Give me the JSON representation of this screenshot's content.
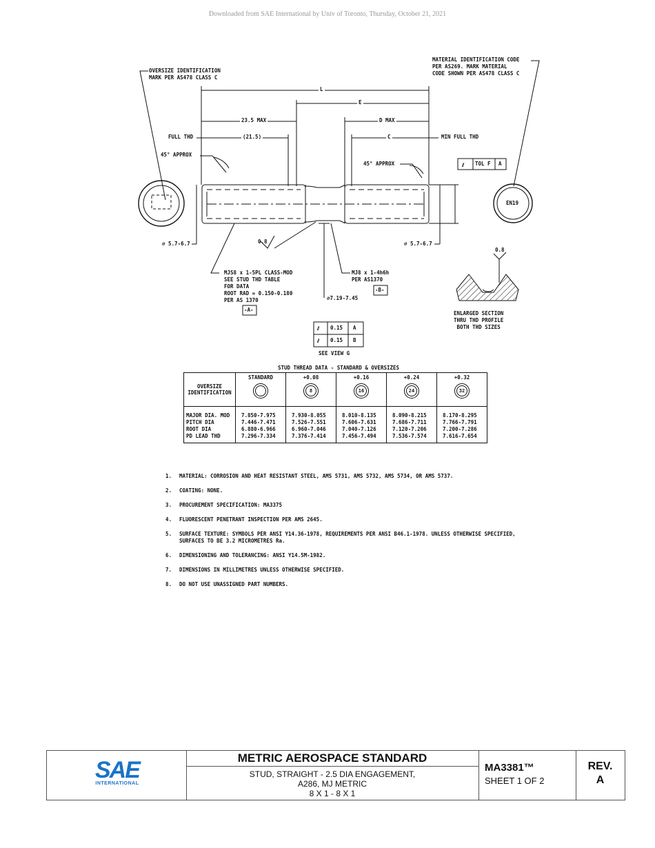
{
  "header": {
    "download_note": "Downloaded from SAE International by Univ of Toronto, Thursday, October 21, 2021"
  },
  "drawing": {
    "oversize_id_mark": [
      "OVERSIZE IDENTIFICATION",
      "MARK PER AS478 CLASS C"
    ],
    "material_id_code": [
      "MATERIAL IDENTIFICATION CODE",
      "PER AS269.  MARK MATERIAL",
      "CODE SHOWN PER AS478 CLASS C"
    ],
    "dim_L": "L",
    "dim_E": "E",
    "dim_23_5": "23.5 MAX",
    "dim_d_max": "D MAX",
    "full_thd": "FULL THD",
    "dim_21_5": "(21.5)",
    "dim_C": "C",
    "min_full_thd": "MIN FULL THD",
    "approx_left": "45° APPROX",
    "approx_right": "45° APPROX",
    "tol_f": "TOL F",
    "tol_a": "A",
    "end_marking": "EN19",
    "dia_left": "⌀ 5.7-6.7",
    "dia_right": "⌀ 5.7-6.7",
    "finish_left": "0.8",
    "finish_right": "0.8",
    "mjs_callout": [
      "MJS8 x 1-5PL CLASS-MOD",
      "SEE STUD THD TABLE",
      "FOR DATA",
      "ROOT RAD = 0.150-0.180",
      "PER AS 1370"
    ],
    "datum_a": "-A-",
    "mj8_callout": [
      "MJ8 x 1-4h6h",
      "PER AS1370"
    ],
    "datum_b": "-B-",
    "shank_dia": "⌀7.19-7.45",
    "view_g_rows": [
      {
        "tol": "0.15",
        "datum": "A"
      },
      {
        "tol": "0.15",
        "datum": "B"
      }
    ],
    "see_view_g": "SEE VIEW G",
    "enlarged_section": [
      "ENLARGED SECTION",
      "THRU THD PROFILE",
      "BOTH THD SIZES"
    ]
  },
  "thread_table": {
    "title": "STUD THREAD DATA - STANDARD & OVERSIZES",
    "row_header": [
      "OVERSIZE",
      "IDENTIFICATION"
    ],
    "row_labels": [
      "MAJOR DIA. MOD",
      "PITCH DIA",
      "ROOT DIA",
      "PD LEAD THD"
    ],
    "columns": [
      {
        "head": "STANDARD",
        "mark": "",
        "values": [
          "7.850-7.975",
          "7.446-7.471",
          "6.880-6.966",
          "7.296-7.334"
        ]
      },
      {
        "head": "+0.08",
        "mark": "8",
        "values": [
          "7.930-8.055",
          "7.526-7.551",
          "6.960-7.046",
          "7.376-7.414"
        ]
      },
      {
        "head": "+0.16",
        "mark": "16",
        "values": [
          "8.010-8.135",
          "7.606-7.631",
          "7.040-7.126",
          "7.456-7.494"
        ]
      },
      {
        "head": "+0.24",
        "mark": "24",
        "values": [
          "8.090-8.215",
          "7.686-7.711",
          "7.120-7.206",
          "7.536-7.574"
        ]
      },
      {
        "head": "+0.32",
        "mark": "32",
        "values": [
          "8.170-8.295",
          "7.766-7.791",
          "7.200-7.286",
          "7.616-7.654"
        ]
      }
    ]
  },
  "notes": [
    {
      "n": "1.",
      "text": "MATERIAL:  CORROSION AND HEAT RESISTANT STEEL, AMS 5731, AMS 5732, AMS 5734, OR AMS 5737."
    },
    {
      "n": "2.",
      "text": "COATING:  NONE."
    },
    {
      "n": "3.",
      "text": "PROCUREMENT SPECIFICATION:  MA3375"
    },
    {
      "n": "4.",
      "text": "FLUORESCENT PENETRANT INSPECTION PER AMS 2645."
    },
    {
      "n": "5.",
      "text": "SURFACE TEXTURE:  SYMBOLS PER ANSI Y14.36-1978, REQUIREMENTS PER ANSI B46.1-1978.  UNLESS OTHERWISE SPECIFIED, SURFACES TO BE 3.2 MICROMETRES Ra."
    },
    {
      "n": "6.",
      "text": "DIMENSIONING AND TOLERANCING:  ANSI Y14.5M-1982."
    },
    {
      "n": "7.",
      "text": "DIMENSIONS IN MILLIMETRES UNLESS OTHERWISE SPECIFIED."
    },
    {
      "n": "8.",
      "text": "DO NOT USE UNASSIGNED PART NUMBERS."
    }
  ],
  "title_block": {
    "logo_text": "SAE",
    "logo_sub": "INTERNATIONAL",
    "standard_type": "METRIC AEROSPACE STANDARD",
    "description": [
      "STUD, STRAIGHT - 2.5 DIA ENGAGEMENT,",
      "A286, MJ METRIC",
      "8 X 1 - 8 X 1"
    ],
    "part_number": "MA3381™",
    "sheet": "SHEET 1 OF 2",
    "rev_label": "REV.",
    "rev_value": "A"
  }
}
